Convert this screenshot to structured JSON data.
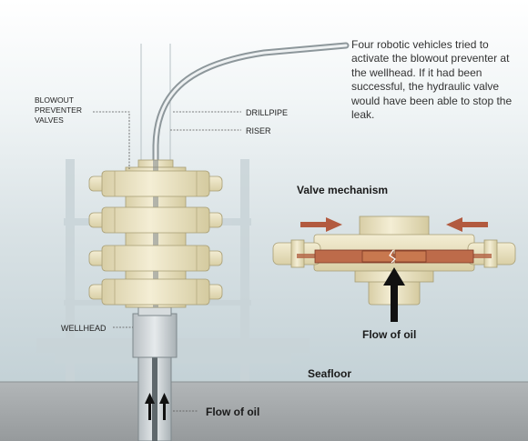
{
  "description": "Four robotic vehicles tried to activate the blowout preventer at the wellhead. If it had been successful, the hydraulic valve would have been able to stop the leak.",
  "labels": {
    "bop_line1": "BLOWOUT",
    "bop_line2": "PREVENTER",
    "bop_line3": "VALVES",
    "drillpipe": "DRILLPIPE",
    "riser": "RISER",
    "wellhead": "WELLHEAD",
    "seafloor": "Seafloor",
    "flow_left": "Flow of oil",
    "valve_title": "Valve mechanism",
    "flow_right": "Flow of oil"
  },
  "colors": {
    "water_top": "#ffffff",
    "water_bottom": "#c3d1d6",
    "seafloor": "#a4a8aa",
    "valve_body": "#ede5c2",
    "ram": "#c0603f",
    "arrow_ram": "#b25a3f",
    "arrow_flow": "#111111"
  }
}
